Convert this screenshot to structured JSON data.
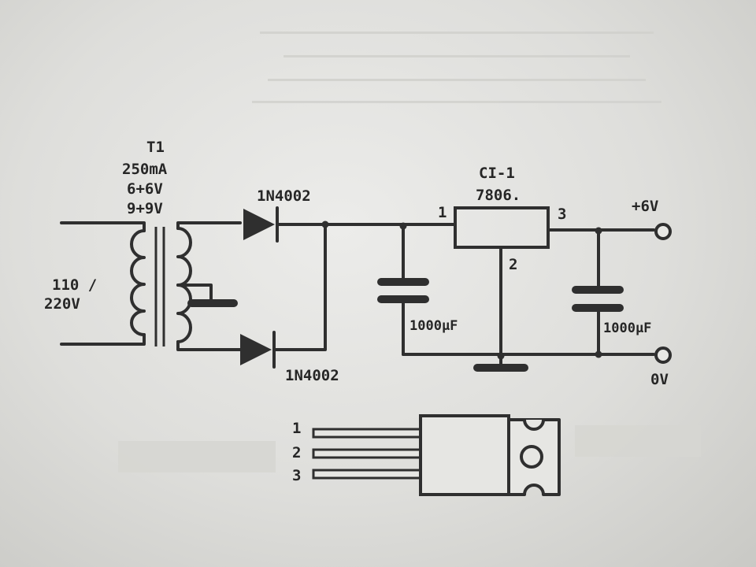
{
  "colors": {
    "ink": "#2f2f2f",
    "paper": "#e6e6e3"
  },
  "transformer": {
    "ref": "T1",
    "current": "250mA",
    "voltage_a": "6+6V",
    "voltage_b": "9+9V"
  },
  "mains": {
    "line1": "110 /",
    "line2": "220V"
  },
  "diodes": {
    "d1": "1N4002",
    "d2": "1N4002"
  },
  "regulator": {
    "ref": "CI-1",
    "part": "7806.",
    "pin1": "1",
    "pin2": "2",
    "pin3": "3"
  },
  "capacitors": {
    "c1": "1000µF",
    "c2": "1000µF"
  },
  "outputs": {
    "positive": "+6V",
    "ground": "0V"
  },
  "package": {
    "pin1": "1",
    "pin2": "2",
    "pin3": "3"
  }
}
